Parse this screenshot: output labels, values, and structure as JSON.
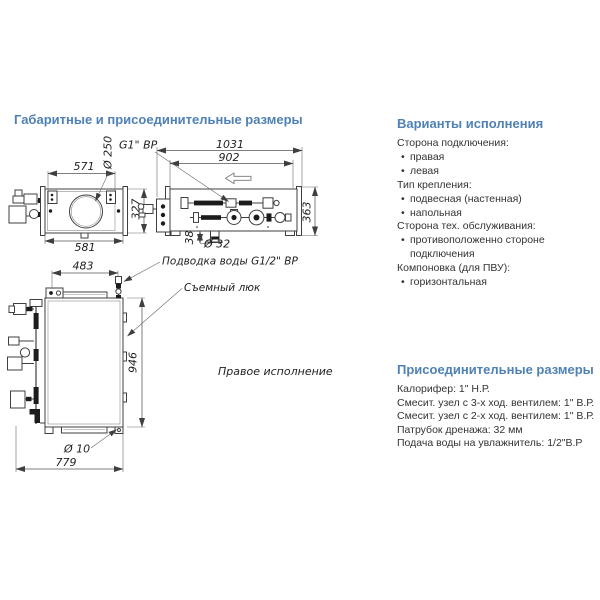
{
  "colors": {
    "heading_blue": "#4f81b5",
    "body_text": "#333333",
    "line_gray": "#3f3f3f"
  },
  "drawing": {
    "title": "Габаритные и присоединительные размеры",
    "caption": "Правое исполнение",
    "front": {
      "top_width": "571",
      "duct_dia": "Ø 250",
      "height": "327",
      "bottom_width": "581"
    },
    "top": {
      "overall_length": "1031",
      "inner_length": "902",
      "height": "363",
      "drain_offset": "38",
      "drain_dia": "Ø 32",
      "heater_label": "G1\" ВР"
    },
    "side": {
      "top_width": "483",
      "height": "946",
      "hole_dia": "Ø 10",
      "depth": "779",
      "water_label": "Подводка воды G1/2\" ВР",
      "hatch_label": "Съемный люк"
    }
  },
  "variants": {
    "title": "Варианты исполнения",
    "items": [
      {
        "type": "heading",
        "text": "Сторона подключения:"
      },
      {
        "type": "bullet",
        "text": "правая"
      },
      {
        "type": "bullet",
        "text": "левая"
      },
      {
        "type": "heading",
        "text": "Тип крепления:"
      },
      {
        "type": "bullet",
        "text": "подвесная (настенная)"
      },
      {
        "type": "bullet",
        "text": "напольная"
      },
      {
        "type": "heading",
        "text": "Сторона тех. обслуживания:"
      },
      {
        "type": "bullet",
        "text": "противоположенно стороне"
      },
      {
        "type": "cont",
        "text": "подключения"
      },
      {
        "type": "heading",
        "text": "Компоновка (для ПВУ):"
      },
      {
        "type": "bullet",
        "text": "горизонтальная"
      }
    ]
  },
  "connections": {
    "title": "Присоединительные размеры",
    "lines": [
      "Калорифер: 1\" Н.Р.",
      "Смесит. узел с 3-х ход. вентилем: 1\" В.Р.",
      "Смесит. узел с 2-х ход. вентилем: 1\" В.Р.",
      "Патрубок дренажа: 32 мм",
      "Подача воды на увлажнитель: 1/2\"В.Р"
    ]
  }
}
